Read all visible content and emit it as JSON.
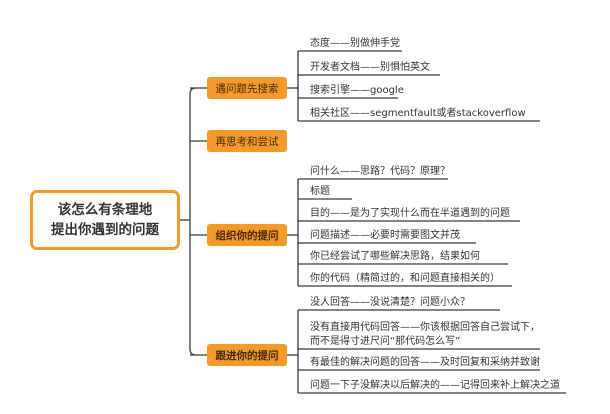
{
  "root": {
    "line1": "该怎么有条理地",
    "line2": "提出你遇到的问题"
  },
  "branches": [
    {
      "label": "遇问题先搜索",
      "leaves": [
        {
          "lines": [
            "态度——别做伸手党"
          ]
        },
        {
          "lines": [
            "开发者文档——别惧怕英文"
          ]
        },
        {
          "lines": [
            "搜索引擎——google"
          ]
        },
        {
          "lines": [
            "相关社区——segmentfault或者stackoverflow"
          ]
        }
      ]
    },
    {
      "label": "再思考和尝试",
      "leaves": []
    },
    {
      "label": "组织你的提问",
      "leaves": [
        {
          "lines": [
            "问什么——思路？代码？原理？"
          ]
        },
        {
          "lines": [
            "标题"
          ]
        },
        {
          "lines": [
            "目的——是为了实现什么而在半道遇到的问题"
          ]
        },
        {
          "lines": [
            "问题描述——必要时需要图文并茂"
          ]
        },
        {
          "lines": [
            "你已经尝试了哪些解决思路，结果如何"
          ]
        },
        {
          "lines": [
            "你的代码（精简过的，和问题直接相关的）"
          ]
        }
      ]
    },
    {
      "label": "跟进你的提问",
      "leaves": [
        {
          "lines": [
            "没人回答——没说清楚？问题小众？"
          ]
        },
        {
          "lines": [
            "没有直接用代码回答——你该根据回答自己尝试下，",
            "而不是得寸进尺问“那代码怎么写”"
          ]
        },
        {
          "lines": [
            "有最佳的解决问题的回答——及时回复和采纳并致谢"
          ]
        },
        {
          "lines": [
            "问题一下子没解决以后解决的——记得回来补上解决之道"
          ]
        }
      ]
    }
  ],
  "colors": {
    "accent": "#f39a2b",
    "line": "#3a3a3a"
  }
}
